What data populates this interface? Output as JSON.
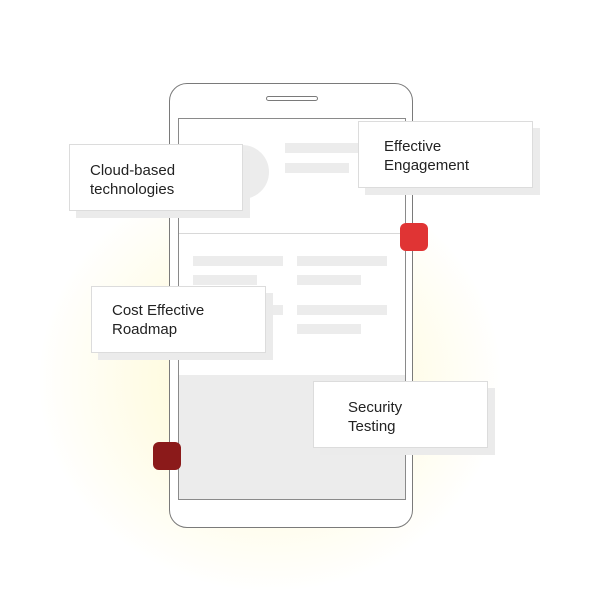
{
  "cards": [
    {
      "line1": "Cloud-based",
      "line2": "technologies"
    },
    {
      "line1": "Effective",
      "line2": "Engagement"
    },
    {
      "line1": "Cost Effective",
      "line2": "Roadmap"
    },
    {
      "line1": "Security",
      "line2": "Testing"
    }
  ],
  "colors": {
    "marker_bright_red": "#e03434",
    "marker_dark_red": "#8b1a1a",
    "phone_outline": "#7a7a7a",
    "placeholder_gray": "#ececec"
  }
}
